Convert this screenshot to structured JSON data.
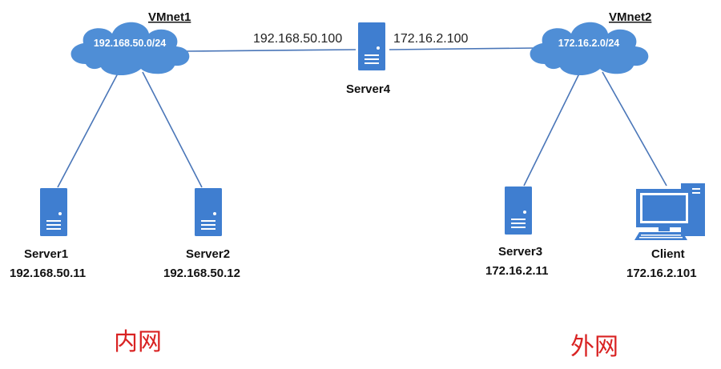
{
  "colors": {
    "cloud": "#4f8ed6",
    "device": "#3f7ed0",
    "link": "#4a76b8",
    "zone_text": "#d92323"
  },
  "networks": {
    "vmnet1": {
      "label": "VMnet1",
      "subnet": "192.168.50.0/24"
    },
    "vmnet2": {
      "label": "VMnet2",
      "subnet": "172.16.2.0/24"
    }
  },
  "server4": {
    "name": "Server4",
    "ip_left": "192.168.50.100",
    "ip_right": "172.16.2.100",
    "icon": "server-icon"
  },
  "server1": {
    "name": "Server1",
    "ip": "192.168.50.11",
    "icon": "server-icon"
  },
  "server2": {
    "name": "Server2",
    "ip": "192.168.50.12",
    "icon": "server-icon"
  },
  "server3": {
    "name": "Server3",
    "ip": "172.16.2.11",
    "icon": "server-icon"
  },
  "client": {
    "name": "Client",
    "ip": "172.16.2.101",
    "icon": "desktop-computer-icon"
  },
  "zones": {
    "inner": "内网",
    "outer": "外网"
  }
}
